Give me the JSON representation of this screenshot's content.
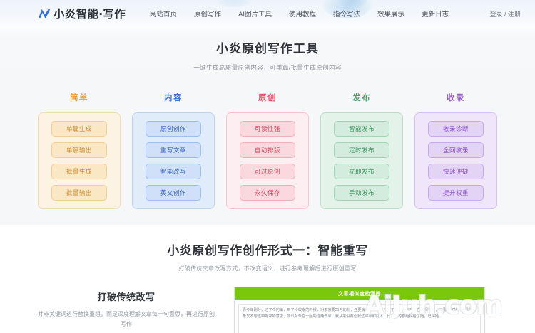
{
  "header": {
    "logo_icon": "logo-arrow-icon",
    "logo_text": "小炎智能·写作",
    "nav": [
      {
        "label": "网站首页"
      },
      {
        "label": "原创写作"
      },
      {
        "label": "AI图片工具"
      },
      {
        "label": "使用教程"
      },
      {
        "label": "指令写法"
      },
      {
        "label": "效果展示"
      },
      {
        "label": "更新日志"
      }
    ],
    "auth_label": "登录 / 注册"
  },
  "hero": {
    "title": "小炎原创写作工具",
    "subtitle": "一键生成高质量原创内容，可单篇/批量生成原创内容"
  },
  "columns": [
    {
      "title": "简单",
      "color": "#e8a33d",
      "box_bg": "#fdf3e3",
      "box_border": "#f3ddb6",
      "pill_bg": "#fae7c4",
      "pill_border": "#efd09a",
      "pill_color": "#c98b2c",
      "items": [
        "单篇生成",
        "单篇输出",
        "批量生成",
        "批量输出"
      ]
    },
    {
      "title": "内容",
      "color": "#3b72d4",
      "box_bg": "#e1ecfb",
      "box_border": "#bed5f2",
      "pill_bg": "#cfe0f8",
      "pill_border": "#9dbef0",
      "pill_color": "#3764c4",
      "items": [
        "原创创作",
        "重写文章",
        "智能改写",
        "英文创作"
      ]
    },
    {
      "title": "原创",
      "color": "#e8546a",
      "box_bg": "#fdeff1",
      "box_border": "#f6c8ce",
      "pill_bg": "#f9d9de",
      "pill_border": "#f0b0ba",
      "pill_color": "#d9415a",
      "items": [
        "可读性强",
        "自动排版",
        "可过原创",
        "永久保存"
      ]
    },
    {
      "title": "发布",
      "color": "#43a86b",
      "box_bg": "#e4f3e9",
      "box_border": "#bcdfc8",
      "pill_bg": "#d4ecdd",
      "pill_border": "#a5d5b6",
      "pill_color": "#35935b",
      "items": [
        "智能发布",
        "定时发布",
        "立即发布",
        "手动发布"
      ]
    },
    {
      "title": "收录",
      "color": "#9b5fd0",
      "box_bg": "#efe6fa",
      "box_border": "#d6c3ef",
      "pill_bg": "#e3d4f6",
      "pill_border": "#c5a9e8",
      "pill_color": "#8a4dc4",
      "items": [
        "收录诊断",
        "全网收录",
        "快速便捷",
        "提升权重"
      ]
    }
  ],
  "section2": {
    "title": "小炎原创写作创作形式一：智能重写",
    "subtitle": "打破传统文章改写方式，不改变语义，进行参考理解后进行原创重写",
    "feature_heading": "打破传统改写",
    "feature_body": "并非关键词进行替换重组，而是深度理解文章每一句意思，再进行原创写作",
    "panel_title": "文章相似度检测器",
    "panel_text": "青今年刚分，过了个的第，到了冷收南的时候，对象家要21万的礼，还要房子本市，也不全平版，对象现在在家保证定，又要不好找，也是我对象又不想连带她家的意思，所以对象在一起的这两年半，我从来没有让我过障半和别人，什么好的都给探给了她，记得她",
    "watermark": "AiJuh.com"
  }
}
